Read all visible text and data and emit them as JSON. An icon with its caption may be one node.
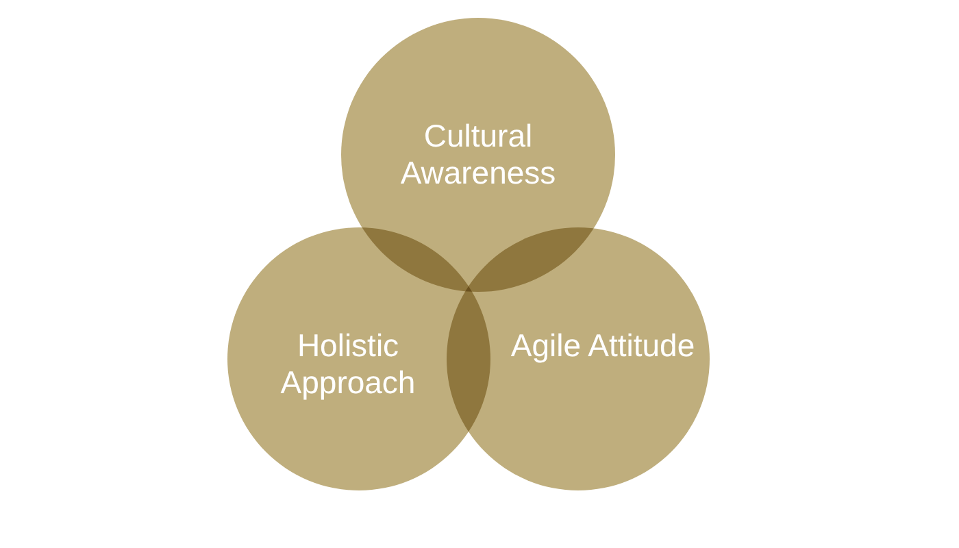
{
  "diagram": {
    "nodes": [
      {
        "text": [
          "Cultural Awareness"
        ]
      },
      {
        "text": [
          "Holistic Approach"
        ]
      },
      {
        "text": [
          "Agile Attitude"
        ]
      }
    ]
  }
}
